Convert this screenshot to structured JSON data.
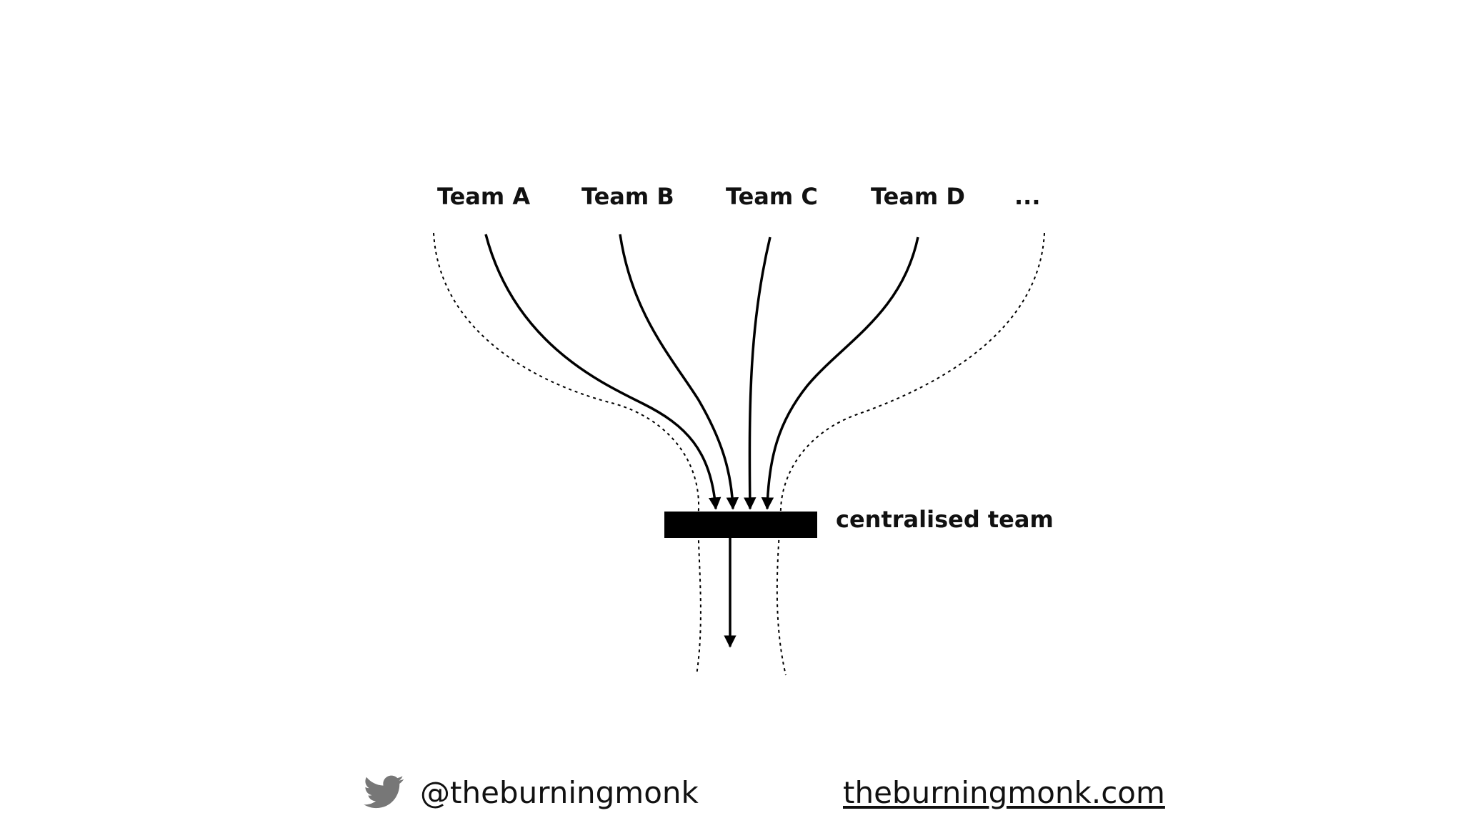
{
  "teams": [
    {
      "label": "Team A"
    },
    {
      "label": "Team B"
    },
    {
      "label": "Team C"
    },
    {
      "label": "Team D"
    },
    {
      "label": "..."
    }
  ],
  "central": {
    "label": "centralised team"
  },
  "footer": {
    "handle": "@theburningmonk",
    "handle_icon": "twitter-bird-icon",
    "website": "theburningmonk.com"
  },
  "colors": {
    "line": "#000000",
    "icon": "#777777"
  }
}
